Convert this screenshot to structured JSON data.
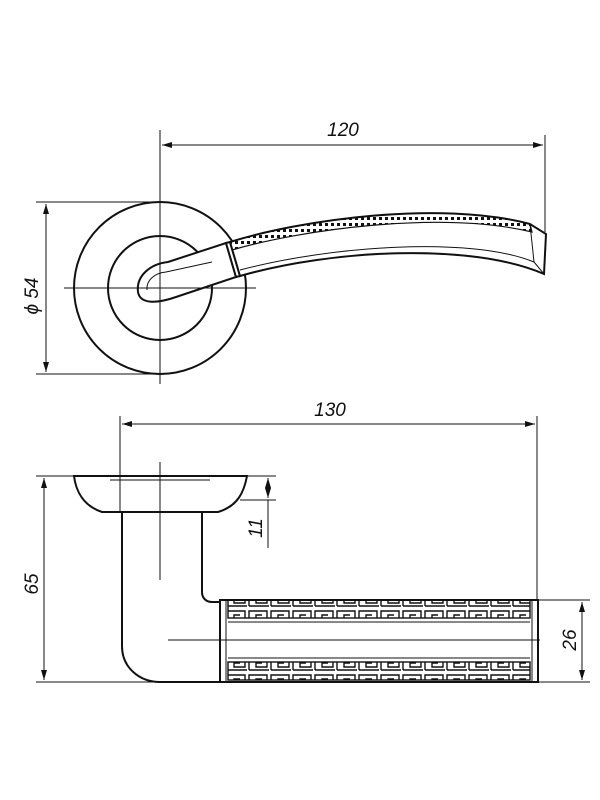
{
  "dimensions": {
    "top_length": "120",
    "diameter": "ϕ 54",
    "bottom_length": "130",
    "height": "65",
    "rose_thickness": "11",
    "handle_thickness": "26"
  },
  "colors": {
    "line": "#111111",
    "background": "#ffffff"
  }
}
